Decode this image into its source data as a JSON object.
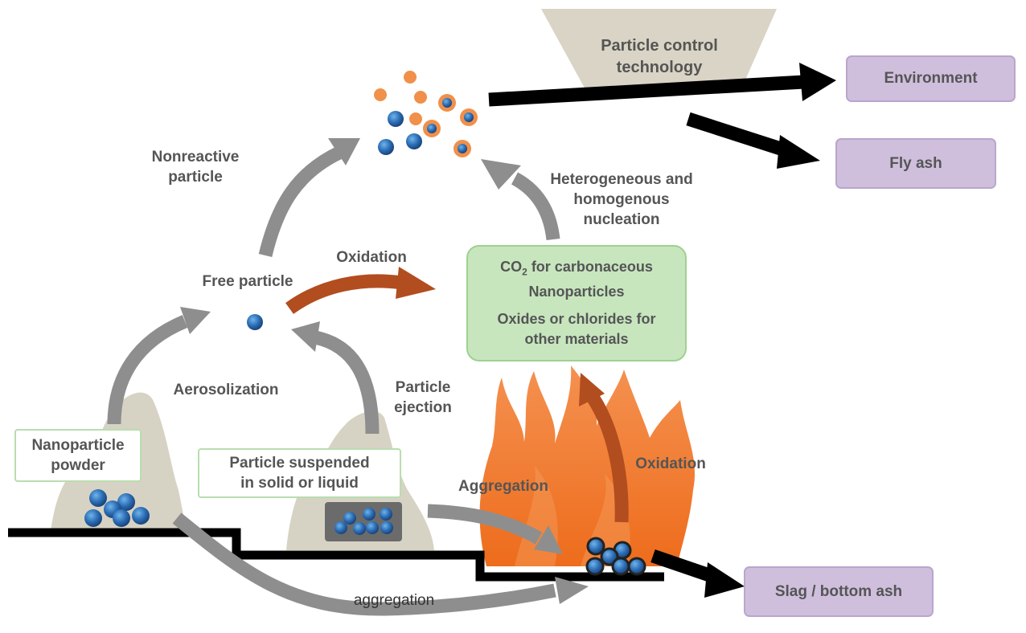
{
  "outputs": {
    "environment": "Environment",
    "fly_ash": "Fly ash",
    "slag": "Slag / bottom ash"
  },
  "control": {
    "line1": "Particle control",
    "line2": "technology"
  },
  "labels": {
    "nonreactive_1": "Nonreactive",
    "nonreactive_2": "particle",
    "free_particle": "Free particle",
    "oxidation_top": "Oxidation",
    "oxidation_fire": "Oxidation",
    "aerosolization": "Aerosolization",
    "ejection_1": "Particle",
    "ejection_2": "ejection",
    "aggregation_upper": "Aggregation",
    "aggregation_lower": "aggregation",
    "nucleation_1": "Heterogeneous and",
    "nucleation_2": "homogenous",
    "nucleation_3": "nucleation"
  },
  "boxes": {
    "powder_1": "Nanoparticle",
    "powder_2": "powder",
    "suspended_1": "Particle suspended",
    "suspended_2": "in solid or liquid",
    "products_co2_prefix": "CO",
    "products_co2_sub": "2",
    "products_co2_rest": " for carbonaceous",
    "products_line2": "Nanoparticles",
    "products_line3": "Oxides or chlorides for",
    "products_line4": "other materials"
  },
  "colors": {
    "gray_arrow": "#8e8e8e",
    "rust_arrow": "#b24d1f",
    "black_arrow": "#000000",
    "particle_blue": "#2b6cb3",
    "particle_orange": "#f0904a",
    "flame": "#f07a2a",
    "mound": "#d7d3c4",
    "funnel": "#d9d4c5",
    "purple_box": "#cfbfdd",
    "green_box": "#c7e6be"
  }
}
